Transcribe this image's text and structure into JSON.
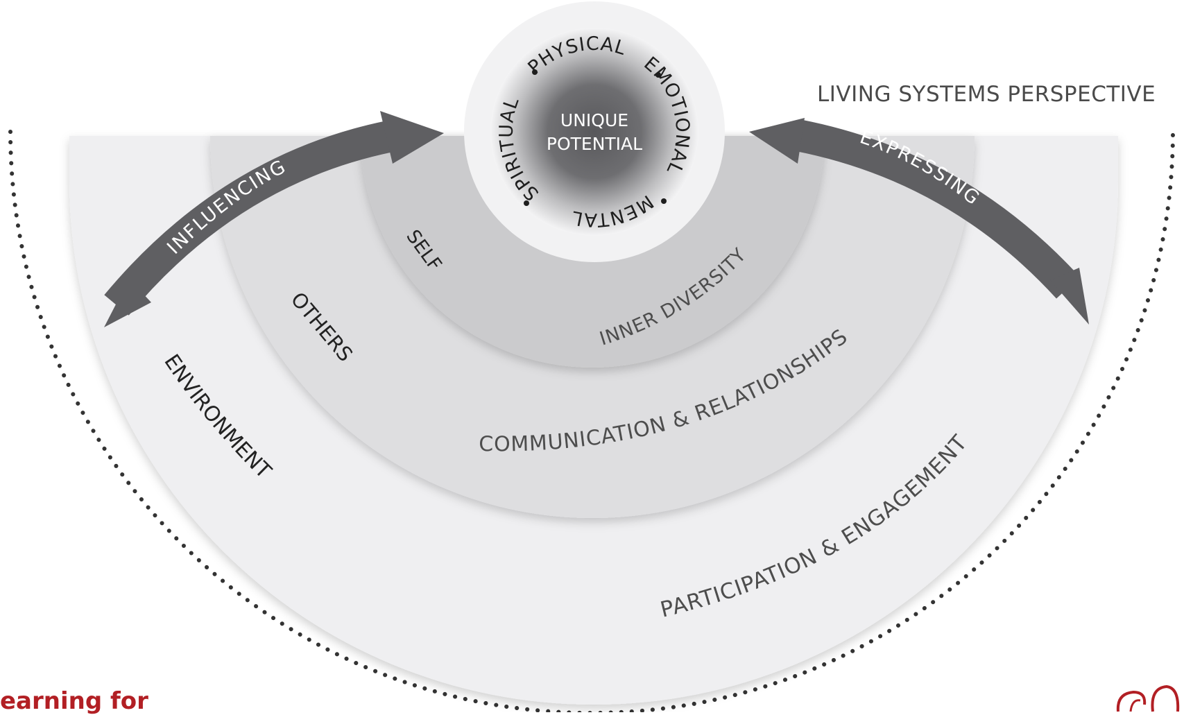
{
  "title": "LIVING SYSTEMS PERSPECTIVE",
  "center": {
    "line1": "UNIQUE",
    "line2": "POTENTIAL"
  },
  "dimensions": {
    "top": "MENTAL",
    "right": "SPIRITUAL",
    "bottom": "PHYSICAL",
    "left": "EMOTIONAL"
  },
  "rings": {
    "self": {
      "label": "SELF",
      "theme": "INNER DIVERSITY"
    },
    "others": {
      "label": "OTHERS",
      "theme": "COMMUNICATION & RELATIONSHIPS"
    },
    "environment": {
      "label": "ENVIRONMENT",
      "theme": "PARTICIPATION & ENGAGEMENT"
    }
  },
  "arrows": {
    "left": "INFLUENCING",
    "right": "EXPRESSING"
  },
  "logo_left_text": "earning for",
  "colors": {
    "ring_outer": "#efeff1",
    "ring_middle": "#dedee0",
    "ring_inner": "#cbcbcd",
    "arrow": "#5f5f62",
    "dots": "#333333",
    "logo": "#b21f24"
  }
}
